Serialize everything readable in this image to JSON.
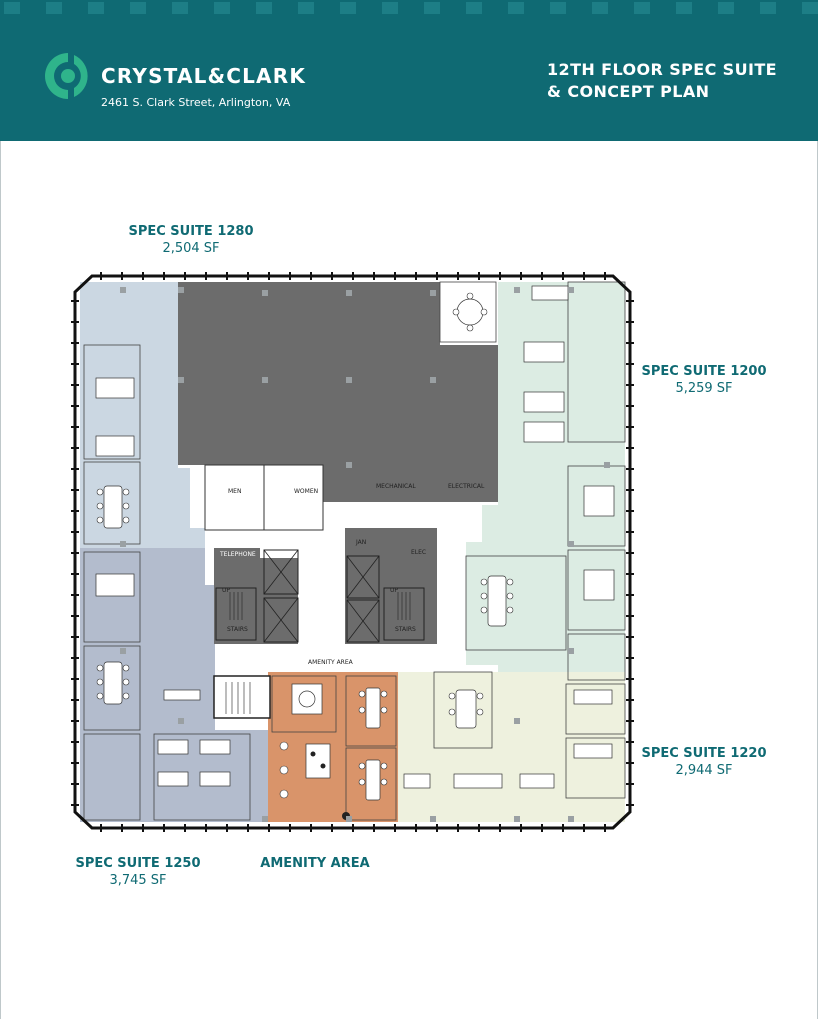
{
  "header": {
    "brand": "CRYSTAL&CLARK",
    "address": "2461 S. Clark Street, Arlington, VA",
    "title_line1": "12TH FLOOR SPEC SUITE",
    "title_line2": "& CONCEPT PLAN"
  },
  "colors": {
    "header_bg": "#0f6a73",
    "logo_green": "#2fb48b",
    "suite_1280": "#cbd7e2",
    "suite_1250": "#b3bccd",
    "suite_1200": "#dcece3",
    "suite_1220": "#eef1de",
    "amenity": "#d9946a",
    "core": "#6c6c6c"
  },
  "suites": [
    {
      "name": "SPEC SUITE 1280",
      "size": "2,504 SF"
    },
    {
      "name": "SPEC SUITE 1200",
      "size": "5,259 SF"
    },
    {
      "name": "SPEC SUITE 1220",
      "size": "2,944 SF"
    },
    {
      "name": "SPEC SUITE 1250",
      "size": "3,745 SF"
    },
    {
      "name": "AMENITY AREA",
      "size": ""
    }
  ],
  "rooms": {
    "men": "MEN",
    "women": "WOMEN",
    "mechanical": "MECHANICAL",
    "electrical": "ELECTRICAL",
    "telephone": "TELEPHONE",
    "jan": "JAN",
    "elec": "ELEC",
    "stairs": "STAIRS",
    "up": "UP",
    "amenity_area": "AMENITY AREA"
  }
}
